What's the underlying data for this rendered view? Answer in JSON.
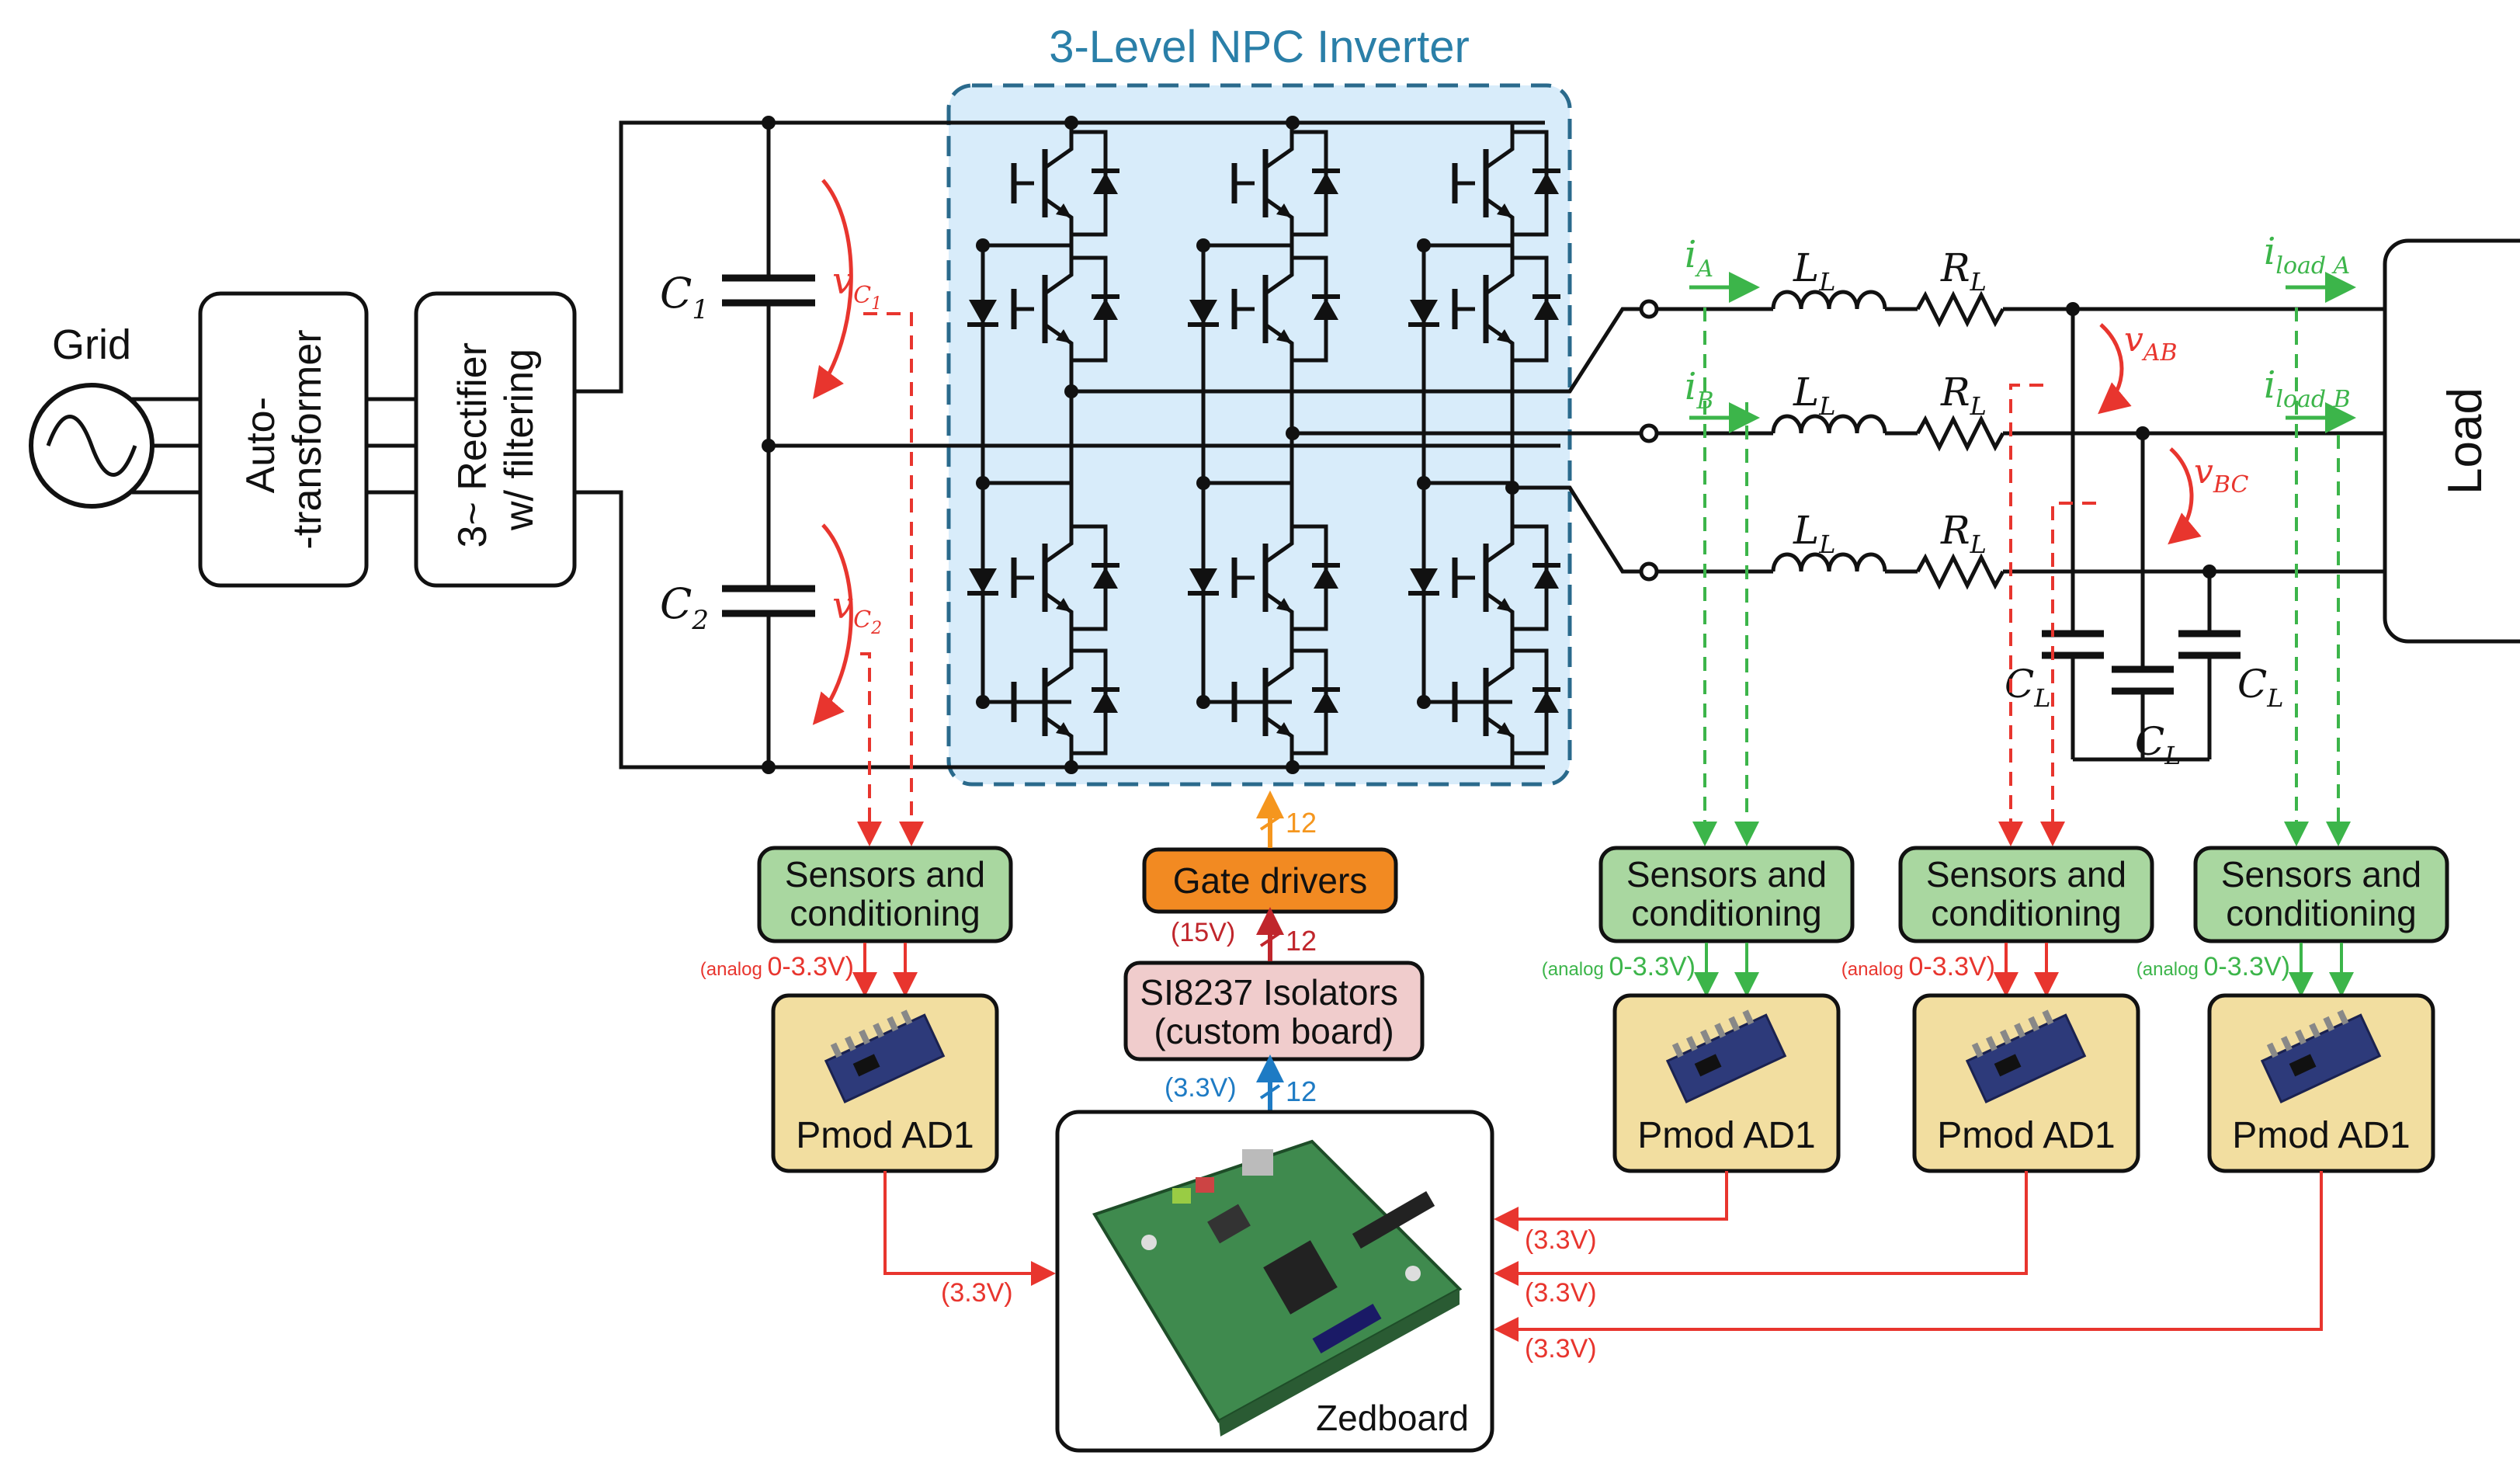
{
  "title": "3-Level NPC Inverter",
  "colors": {
    "wire": "#111111",
    "inverter_fill": "#d8ecfa",
    "inverter_border": "#2a6a8c",
    "title": "#2a7fa8",
    "voltage": "#e8352e",
    "current": "#3cb54a",
    "sensor_fill": "#a9d7a0",
    "pmod_fill": "#f2dea0",
    "gate_fill": "#f28a22",
    "isolator_fill": "#f0cccc",
    "gate_signal": "#f5961e",
    "iso_signal": "#c0262c",
    "ctrl_signal": "#1e7bc4"
  },
  "source": {
    "grid_label": "Grid"
  },
  "boxes": {
    "autotransformer": [
      "Auto-",
      "-transformer"
    ],
    "rectifier": [
      "3~ Rectifier",
      "w/ filtering"
    ],
    "load": "Load",
    "gate_drivers": "Gate drivers",
    "isolators": [
      "SI8237 Isolators",
      "(custom board)"
    ],
    "zedboard": "Zedboard"
  },
  "dc_link": {
    "c1": "C",
    "c1_sub": "1",
    "c2": "C",
    "c2_sub": "2",
    "vc1": "v",
    "vc1_sub": "C",
    "vc1_subsub": "1",
    "vc2": "v",
    "vc2_sub": "C",
    "vc2_subsub": "2"
  },
  "filter": {
    "ia": "i",
    "ia_sub": "A",
    "ib": "i",
    "ib_sub": "B",
    "inductor": "L",
    "inductor_sub": "L",
    "resistor": "R",
    "resistor_sub": "L",
    "cap": "C",
    "cap_sub": "L",
    "vab": "v",
    "vab_sub": "AB",
    "vbc": "v",
    "vbc_sub": "BC",
    "iload_a": "i",
    "iload_a_sub": "load A",
    "iload_b": "i",
    "iload_b_sub": "load B"
  },
  "sensors": {
    "line1": "Sensors and",
    "line2": "conditioning"
  },
  "pmod_label": "Pmod AD1",
  "signals": {
    "analog_prefix": "(analog",
    "analog_range": "0-3.3V)",
    "digital": "(3.3V)",
    "gate_bus": "12",
    "isolator_bus": "12",
    "control_bus": "12",
    "gate_voltage": "(15V)",
    "control_voltage": "(3.3V)"
  }
}
